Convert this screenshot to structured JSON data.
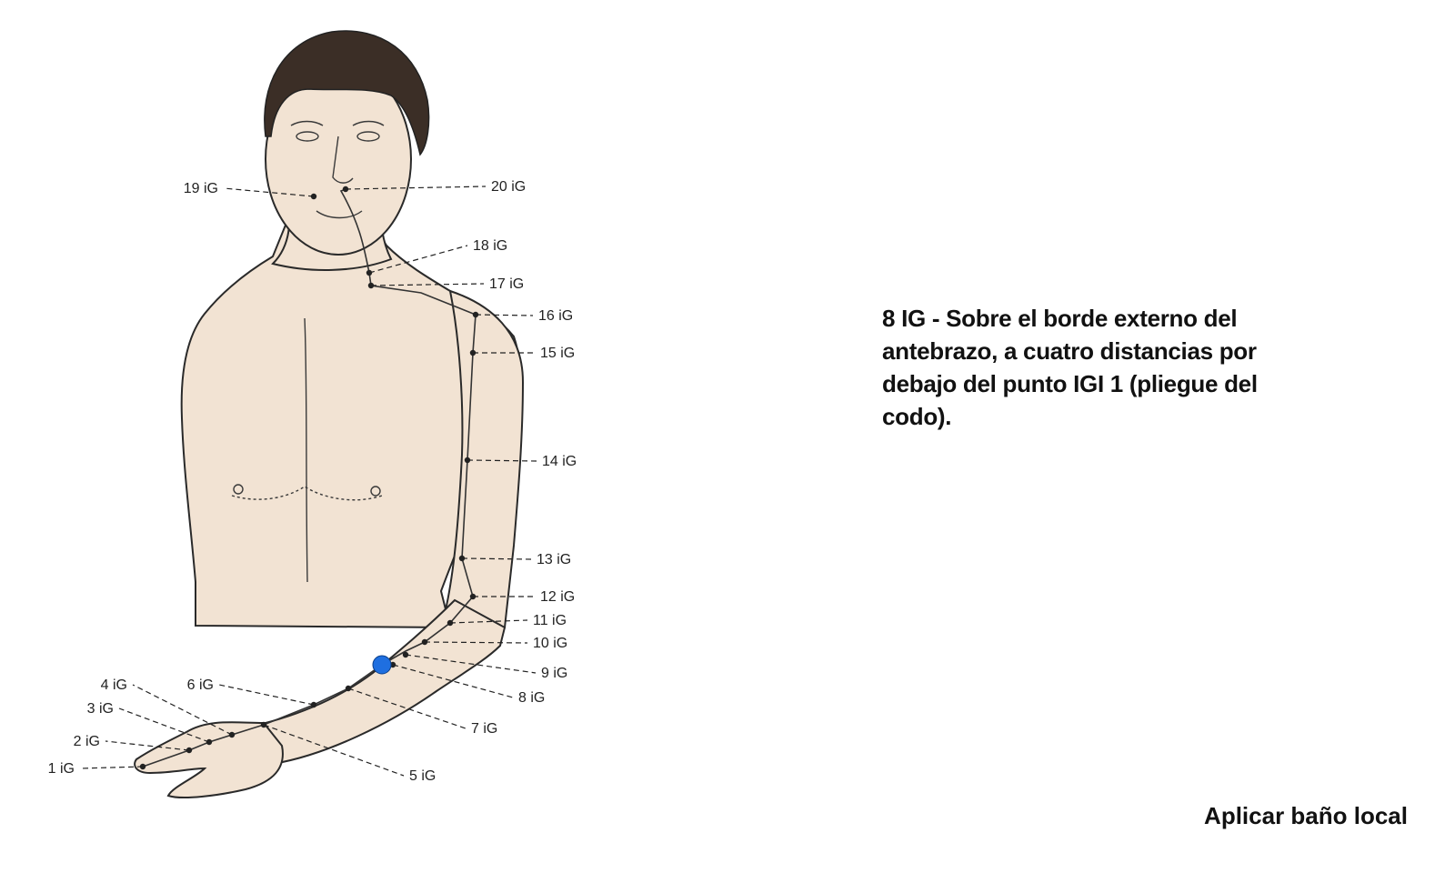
{
  "figure": {
    "points": [
      {
        "id": "1",
        "label": "1 iG"
      },
      {
        "id": "2",
        "label": "2 iG"
      },
      {
        "id": "3",
        "label": "3 iG"
      },
      {
        "id": "4",
        "label": "4 iG"
      },
      {
        "id": "5",
        "label": "5 iG"
      },
      {
        "id": "6",
        "label": "6 iG"
      },
      {
        "id": "7",
        "label": "7 iG"
      },
      {
        "id": "8",
        "label": "8 iG"
      },
      {
        "id": "9",
        "label": "9 iG"
      },
      {
        "id": "10",
        "label": "10 iG"
      },
      {
        "id": "11",
        "label": "11 iG"
      },
      {
        "id": "12",
        "label": "12 iG"
      },
      {
        "id": "13",
        "label": "13 iG"
      },
      {
        "id": "14",
        "label": "14 iG"
      },
      {
        "id": "15",
        "label": "15 iG"
      },
      {
        "id": "16",
        "label": "16 iG"
      },
      {
        "id": "17",
        "label": "17 iG"
      },
      {
        "id": "18",
        "label": "18 iG"
      },
      {
        "id": "19",
        "label": "19 iG"
      },
      {
        "id": "20",
        "label": "20 iG"
      }
    ],
    "highlighted_point": "8",
    "highlight_color": "#1f6fe0"
  },
  "description": "8 IG - Sobre el borde externo del antebrazo, a cuatro distancias por debajo del punto IGI 1 (pliegue del codo).",
  "action_label": "Aplicar baño local"
}
